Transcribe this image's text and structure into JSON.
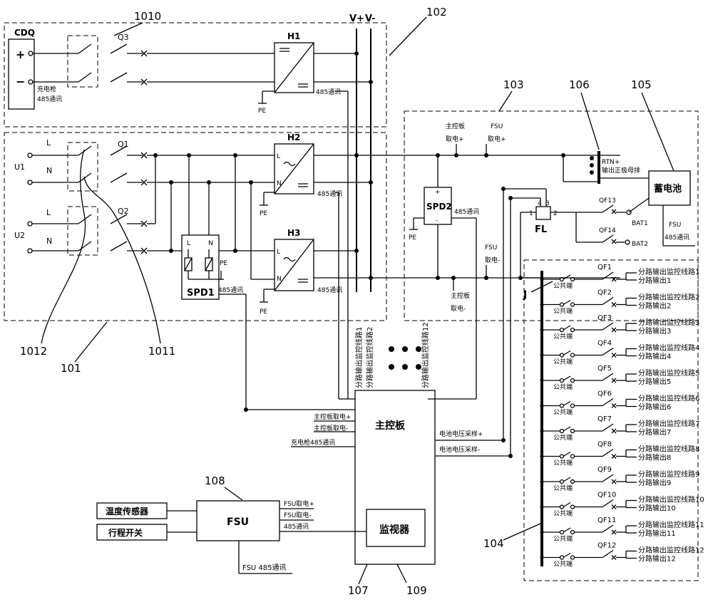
{
  "refs": {
    "r1010": "1010",
    "r102": "102",
    "r103": "103",
    "r106": "106",
    "r105": "105",
    "r1012": "1012",
    "r101": "101",
    "r1011": "1011",
    "r108": "108",
    "r104": "104",
    "r107": "107",
    "r109": "109"
  },
  "charger": {
    "title": "CDQ",
    "plus": "+",
    "minus": "−",
    "label1": "充电枪",
    "label2": "485通讯"
  },
  "switches": {
    "q3": "Q3",
    "q1": "Q1",
    "q2": "Q2"
  },
  "ac_inputs": {
    "u1": "U1",
    "u2": "U2",
    "l1": "L",
    "n1": "N",
    "l2": "L",
    "n2": "N"
  },
  "modules": {
    "h1": "H1",
    "h2": "H2",
    "h3": "H3",
    "pin_l": "L",
    "pin_n": "N",
    "comm": "485通讯",
    "pe": "PE"
  },
  "dc_bus": {
    "vplus": "V+",
    "vminus": "V-"
  },
  "spd1": {
    "label": "SPD1",
    "l": "L",
    "n": "N",
    "pe": "PE",
    "comm": "485通讯"
  },
  "spd2": {
    "label": "SPD2",
    "plus": "+",
    "minus": "-",
    "comm": "485通讯",
    "pe": "PE"
  },
  "power_taps": {
    "main_plus1": "主控板",
    "main_plus2": "取电+",
    "fsu_plus1": "FSU",
    "fsu_plus2": "取电+",
    "fsu_minus1": "FSU",
    "fsu_minus2": "取电-",
    "main_minus1": "主控板",
    "main_minus2": "取电-"
  },
  "rtn": {
    "l1": "RTN+",
    "l2": "输出正极母排"
  },
  "battery": {
    "label": "蓄电池",
    "fsu_comm1": "FSU",
    "fsu_comm2": "485通讯",
    "qf13": "QF13",
    "qf14": "QF14",
    "bat1": "BAT1",
    "bat2": "BAT2"
  },
  "fl": {
    "label": "FL",
    "p1": "1",
    "p2": "2",
    "p3": "3",
    "p4": "4"
  },
  "junction": {
    "label": "J"
  },
  "branches": {
    "common": "公共端",
    "items": [
      {
        "qf": "QF1",
        "mon": "分路输出监控线路1",
        "out": "分路输出1"
      },
      {
        "qf": "QF2",
        "mon": "分路输出监控线路2",
        "out": "分路输出2"
      },
      {
        "qf": "QF3",
        "mon": "分路输出监控线路3",
        "out": "分路输出3"
      },
      {
        "qf": "QF4",
        "mon": "分路输出监控线路4",
        "out": "分路输出4"
      },
      {
        "qf": "QF5",
        "mon": "分路输出监控线路5",
        "out": "分路输出5"
      },
      {
        "qf": "QF6",
        "mon": "分路输出监控线路6",
        "out": "分路输出6"
      },
      {
        "qf": "QF7",
        "mon": "分路输出监控线路7",
        "out": "分路输出7"
      },
      {
        "qf": "QF8",
        "mon": "分路输出监控线路8",
        "out": "分路输出8"
      },
      {
        "qf": "QF9",
        "mon": "分路输出监控线路9",
        "out": "分路输出9"
      },
      {
        "qf": "QF10",
        "mon": "分路输出监控线路10",
        "out": "分路输出10"
      },
      {
        "qf": "QF11",
        "mon": "分路输出监控线路11",
        "out": "分路输出11"
      },
      {
        "qf": "QF12",
        "mon": "分路输出监控线路12",
        "out": "分路输出12"
      }
    ]
  },
  "main_board": {
    "title": "主控板",
    "mon1": "分路输出监控线路1",
    "mon2": "分路输出监控线路2",
    "mon12": "分路输出监控线路12",
    "in_power_plus": "主控板取电+",
    "in_power_minus": "主控板取电-",
    "in_charger": "充电枪485通讯",
    "bat_sample_plus": "电池电压采样+",
    "bat_sample_minus": "电池电压采样-",
    "monitor": "监视器"
  },
  "fsu": {
    "title": "FSU",
    "temp": "温度传感器",
    "travel": "行程开关",
    "pwr_plus": "FSU取电+",
    "pwr_minus": "FSU取电-",
    "comm": "485通讯",
    "bottom_comm": "FSU 485通讯"
  }
}
